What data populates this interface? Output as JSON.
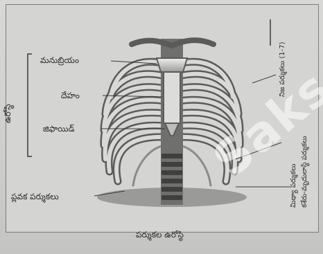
{
  "diagram": {
    "labels_left": {
      "manubrium": "మనుబ్రియం",
      "body": "దేహం",
      "xiphoid": "జిఫాయిడ్",
      "sternum_group": "ఉరోస్థి",
      "floating_ribs": "ప్లవక పర్శుకలు"
    },
    "labels_right": {
      "true_ribs": "నిజ పర్శుకలు (1-7)",
      "false_ribs": "మిథ్యా పర్శుకలు",
      "vertebro_chondral": "కశేరు-మృదులాస్థి పర్శుకలు"
    },
    "caption": "పర్శుకల ఉరోస్థి",
    "watermark": "Saks"
  }
}
